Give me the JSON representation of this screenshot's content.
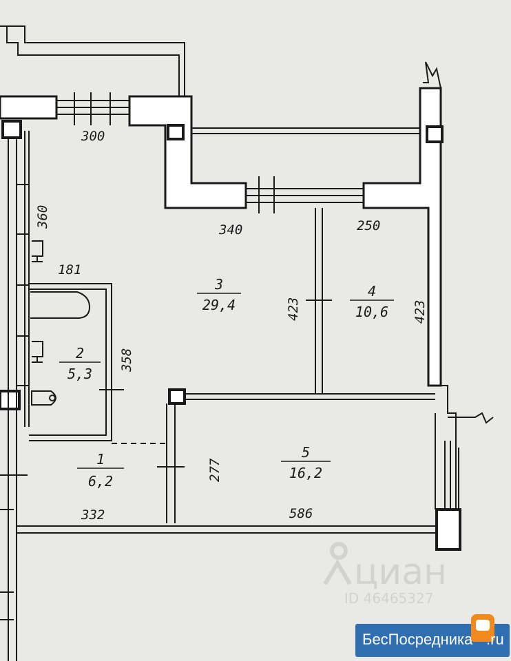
{
  "dimensions": {
    "d300": "300",
    "d360": "360",
    "d340": "340",
    "d250": "250",
    "d181": "181",
    "d423a": "423",
    "d423b": "423",
    "d358": "358",
    "d277": "277",
    "d332": "332",
    "d586": "586"
  },
  "rooms": [
    {
      "number": "1",
      "area": "6,2"
    },
    {
      "number": "2",
      "area": "5,3"
    },
    {
      "number": "3",
      "area": "29,4"
    },
    {
      "number": "4",
      "area": "10,6"
    },
    {
      "number": "5",
      "area": "16,2"
    }
  ],
  "watermark": {
    "brand": "циан",
    "id": "ID 46465327"
  },
  "logo": {
    "text": "БесПосредника",
    "tld": ".ru"
  },
  "colors": {
    "paper": "#e9e9e6",
    "ink": "#1a1a1a",
    "logo_bg": "#2f6fb0",
    "mascot": "#f08a1c"
  }
}
